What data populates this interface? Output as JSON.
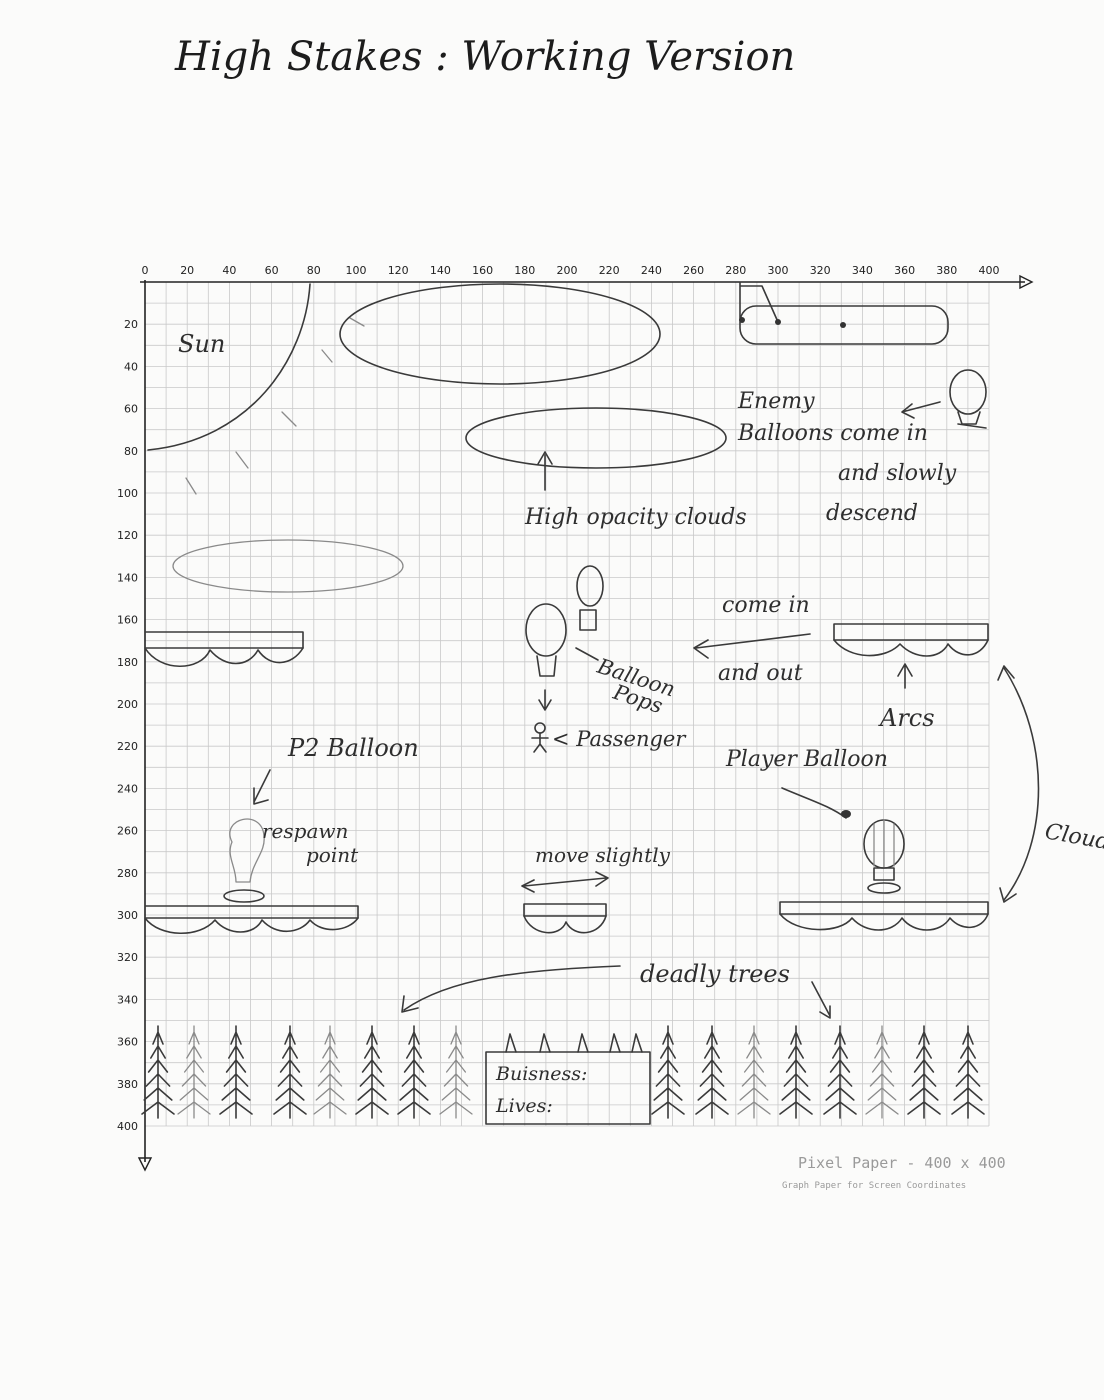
{
  "title": "High Stakes : Working Version",
  "axes": {
    "x_ticks": [
      "0",
      "20",
      "40",
      "60",
      "80",
      "100",
      "120",
      "140",
      "160",
      "180",
      "200",
      "220",
      "240",
      "260",
      "280",
      "300",
      "320",
      "340",
      "360",
      "380",
      "400"
    ],
    "y_ticks": [
      "20",
      "40",
      "60",
      "80",
      "100",
      "120",
      "140",
      "160",
      "180",
      "200",
      "220",
      "240",
      "260",
      "280",
      "300",
      "320",
      "340",
      "360",
      "380",
      "400"
    ]
  },
  "labels": {
    "sun": "Sun",
    "enemy_line1": "Enemy",
    "enemy_line2": "Balloons come in",
    "enemy_line3": "and slowly",
    "enemy_line4": "descend",
    "high_opacity": "High opacity clouds",
    "come_in": "come in",
    "and_out": "and out",
    "balloon_pops_1": "Balloon",
    "balloon_pops_2": "Pops",
    "passenger": "< Passenger",
    "arcs": "Arcs",
    "p2_balloon": "P2 Balloon",
    "respawn_1": "respawn",
    "respawn_2": "point",
    "player_balloon": "Player Balloon",
    "move_slightly": "move slightly",
    "deadly_trees": "deadly trees",
    "clouds": "Clouds",
    "business_1": "Buisness:",
    "business_2": "Lives:"
  },
  "footer": {
    "line1": "Pixel Paper - 400 x 400",
    "line2": "Graph Paper for Screen Coordinates"
  },
  "colors": {
    "grid": "#c9c9c9",
    "pencil": "#3a3a3a",
    "paper": "#fbfbfa"
  }
}
